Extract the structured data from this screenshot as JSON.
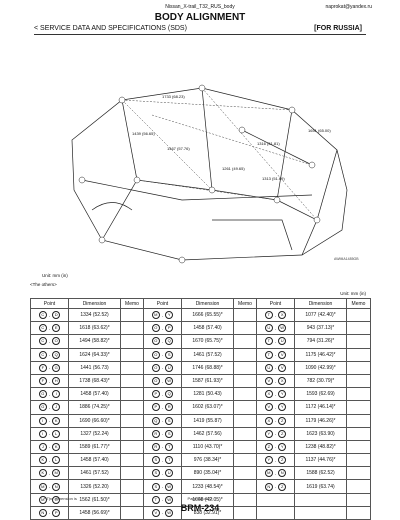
{
  "header": {
    "doc": "Nissan_X-trail_T32_RUS_body",
    "site": "naprokat@yandex.ru",
    "title": "BODY ALIGNMENT",
    "section": "< SERVICE DATA AND SPECIFICATIONS (SDS)",
    "region": "[FOR RUSSIA]"
  },
  "diagram": {
    "labels": [
      "1733 (68.23)",
      "1439 (56.65)",
      "1467 (57.76)",
      "1316 (51.81)",
      "1261 (49.65)",
      "1313 (51.69)",
      "1651 (65.00)"
    ],
    "id": "AWMIA1485GB"
  },
  "units": {
    "top": "Unit: mm (in)",
    "note": "<The others>",
    "table": "Unit: mm (in)"
  },
  "table": {
    "headers": [
      "Point",
      "Dimension",
      "Memo",
      "Point",
      "Dimension",
      "Memo",
      "Point",
      "Dimension",
      "Memo"
    ],
    "rows": [
      [
        {
          "a": "C",
          "b": "D"
        },
        "1334 (52.52)",
        "",
        {
          "a": "M",
          "b": "Y"
        },
        "1666 (65.55)*",
        "",
        {
          "a": "T",
          "b": "X"
        },
        "1077 (42.40)*",
        ""
      ],
      [
        {
          "a": "C",
          "b": "E"
        },
        "1618 (63.62)*",
        "",
        {
          "a": "O",
          "b": "P"
        },
        "1458 (57.40)",
        "",
        {
          "a": "U",
          "b": "W"
        },
        "943 (37.13)*",
        ""
      ],
      [
        {
          "a": "C",
          "b": "O"
        },
        "1494 (58.82)*",
        "",
        {
          "a": "O",
          "b": "Q"
        },
        "1670 (65.75)*",
        "",
        {
          "a": "T",
          "b": "U"
        },
        "794 (31.26)*",
        ""
      ],
      [
        {
          "a": "C",
          "b": "Q"
        },
        "1624 (64.33)*",
        "",
        {
          "a": "O",
          "b": "S"
        },
        "1461 (57.52)",
        "",
        {
          "a": "T",
          "b": "V"
        },
        "1175 (46.42)*",
        ""
      ],
      [
        {
          "a": "F",
          "b": "G"
        },
        "1441 (56.73)",
        "",
        {
          "a": "O",
          "b": "U"
        },
        "1746 (68.88)*",
        "",
        {
          "a": "U",
          "b": "V"
        },
        "1090 (42.99)*",
        ""
      ],
      [
        {
          "a": "F",
          "b": "H"
        },
        "1738 (68.43)*",
        "",
        {
          "a": "O",
          "b": "W"
        },
        "1587 (61.93)*",
        "",
        {
          "a": "V",
          "b": "X"
        },
        "782 (30.79)*",
        ""
      ],
      [
        {
          "a": "G",
          "b": "I"
        },
        "1458 (57.40)",
        "",
        {
          "a": "P",
          "b": "Q"
        },
        "1281 (50.43)",
        "",
        {
          "a": "X",
          "b": "Y"
        },
        "1593 (62.69)",
        ""
      ],
      [
        {
          "a": "G",
          "b": "J"
        },
        "1886 (74.25)*",
        "",
        {
          "a": "P",
          "b": "R"
        },
        "1602 (63.07)*",
        "",
        {
          "a": "V",
          "b": "Y"
        },
        "1172 (46.14)*",
        ""
      ],
      [
        {
          "a": "I",
          "b": "K"
        },
        "1690 (66.60)*",
        "",
        {
          "a": "Q",
          "b": "S"
        },
        "1419 (55.87)",
        "",
        {
          "a": "X",
          "b": "Z"
        },
        "1179 (46.26)*",
        ""
      ],
      [
        {
          "a": "I",
          "b": "L"
        },
        "1327 (52.24)",
        "",
        {
          "a": "R",
          "b": "S"
        },
        "1462 (57.56)",
        "",
        {
          "a": "Y",
          "b": "Z"
        },
        "1623 (63.90)",
        ""
      ],
      [
        {
          "a": "J",
          "b": "K"
        },
        "1589 (61.77)*",
        "",
        {
          "a": "R",
          "b": "T"
        },
        "1110 (43.70)*",
        "",
        {
          "a": "Z",
          "b": "Y"
        },
        "1238 (48.82)*",
        ""
      ],
      [
        {
          "a": "K",
          "b": "L"
        },
        "1458 (57.40)",
        "",
        {
          "a": "S",
          "b": "T"
        },
        "976 (38.34)*",
        "",
        {
          "a": "Y",
          "b": "Z"
        },
        "1137 (44.76)*",
        ""
      ],
      [
        {
          "a": "K",
          "b": "M"
        },
        "1461 (57.52)",
        "",
        {
          "a": "S",
          "b": "U"
        },
        "890 (35.04)*",
        "",
        {
          "a": "M",
          "b": "N"
        },
        "1588 (62.52)",
        ""
      ],
      [
        {
          "a": "M",
          "b": "N"
        },
        "1326 (52.20)",
        "",
        {
          "a": "S",
          "b": "W"
        },
        "1233 (48.54)*",
        "",
        {
          "a": "N",
          "b": "Z"
        },
        "1619 (63.74)",
        ""
      ],
      [
        {
          "a": "M",
          "b": "O"
        },
        "1562 (61.50)*",
        "",
        {
          "a": "T",
          "b": "W"
        },
        "1068 (42.05)*",
        "",
        {
          "a": "",
          "b": ""
        },
        "",
        ""
      ],
      [
        {
          "a": "N",
          "b": "P"
        },
        "1458 (56.69)*",
        "",
        {
          "a": "V",
          "b": "W"
        },
        "838 (32.91)*",
        "",
        {
          "a": "",
          "b": ""
        },
        "",
        ""
      ]
    ]
  },
  "footer": {
    "rev": "* The dimension is",
    "page": "Page 16 of 22",
    "code": "BRM-234"
  }
}
